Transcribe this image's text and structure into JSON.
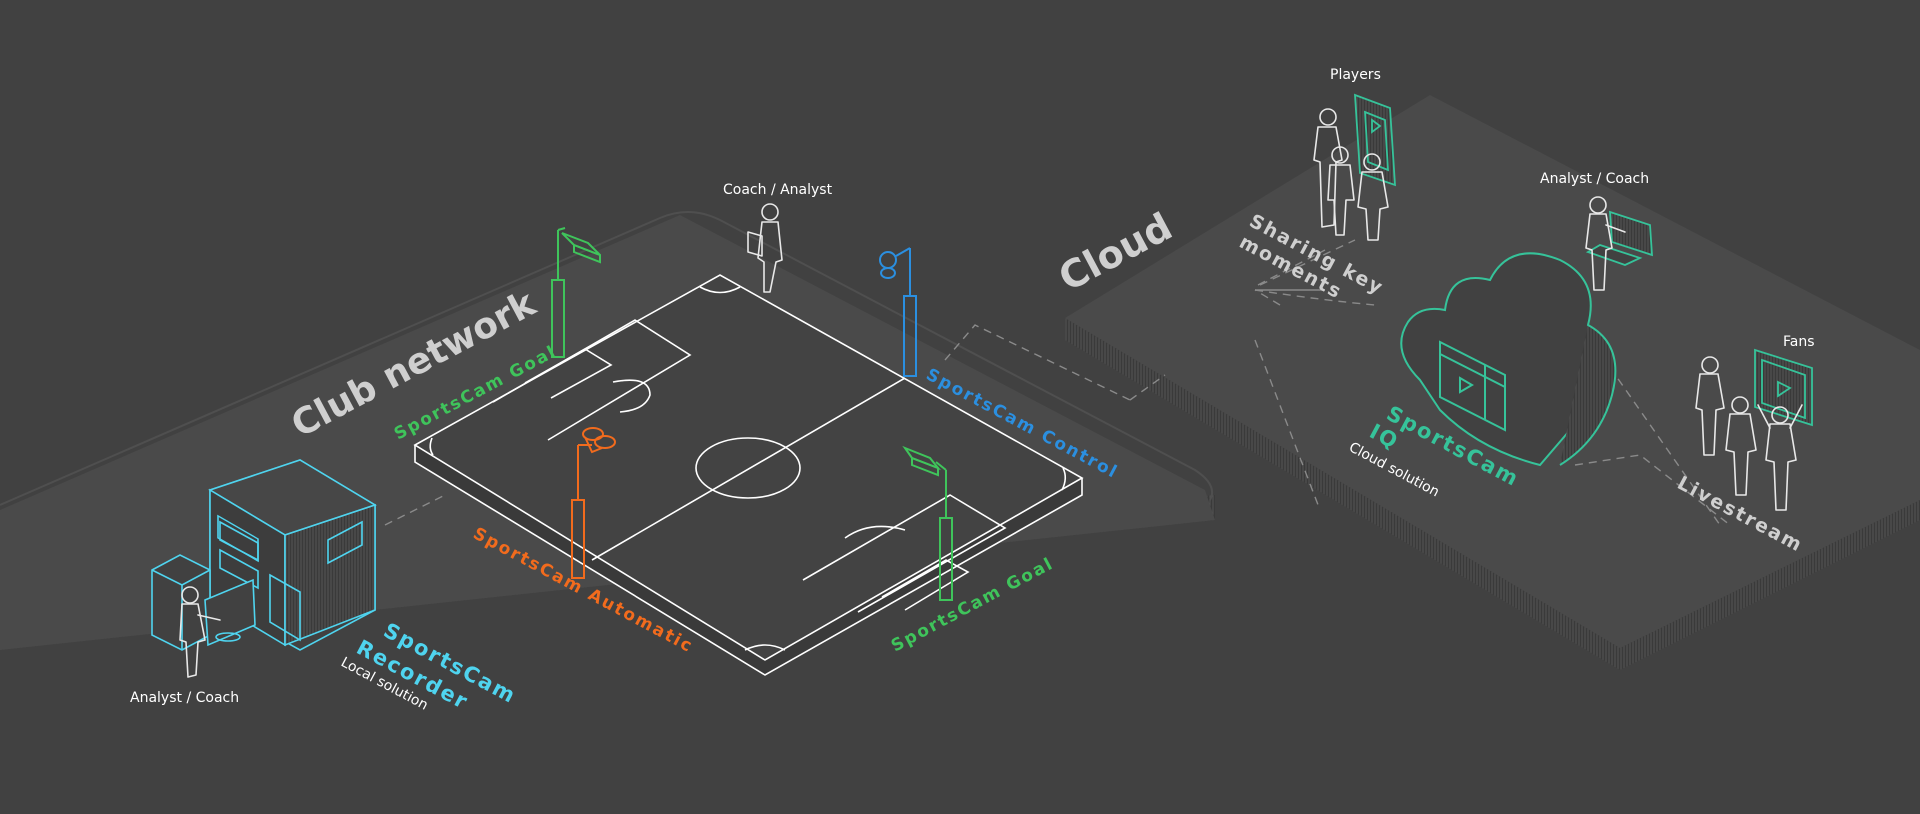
{
  "zones": {
    "club_network": "Club network",
    "cloud": "Cloud"
  },
  "people": {
    "coach_analyst_field": "Coach / Analyst",
    "analyst_coach_local": "Analyst / Coach",
    "players": "Players",
    "analyst_coach_cloud": "Analyst / Coach",
    "fans": "Fans"
  },
  "products": {
    "goal_top": "SportsCam Goal",
    "control": "SportsCam Control",
    "automatic": "SportsCam Automatic",
    "goal_bottom": "SportsCam Goal",
    "recorder_line1": "SportsCam",
    "recorder_line2": "Recorder",
    "recorder_sub": "Local solution",
    "iq_line1": "SportsCam",
    "iq_line2": "IQ",
    "iq_sub": "Cloud solution"
  },
  "features": {
    "sharing_line1": "Sharing key",
    "sharing_line2": "moments",
    "livestream": "Livestream"
  },
  "colors": {
    "background": "#414141",
    "platform": "#4a4a4a",
    "goal_green": "#3fc45b",
    "control_blue": "#2b8fe0",
    "automatic_orange": "#f26b1d",
    "recorder_cyan": "#4fd4ef",
    "iq_teal": "#36c39a",
    "zone_label": "#cfcfcf"
  },
  "icons": [
    "camera-icon",
    "cloud-icon",
    "recorder-building-icon",
    "computer-icon",
    "tablet-icon",
    "laptop-icon",
    "person-icon"
  ]
}
